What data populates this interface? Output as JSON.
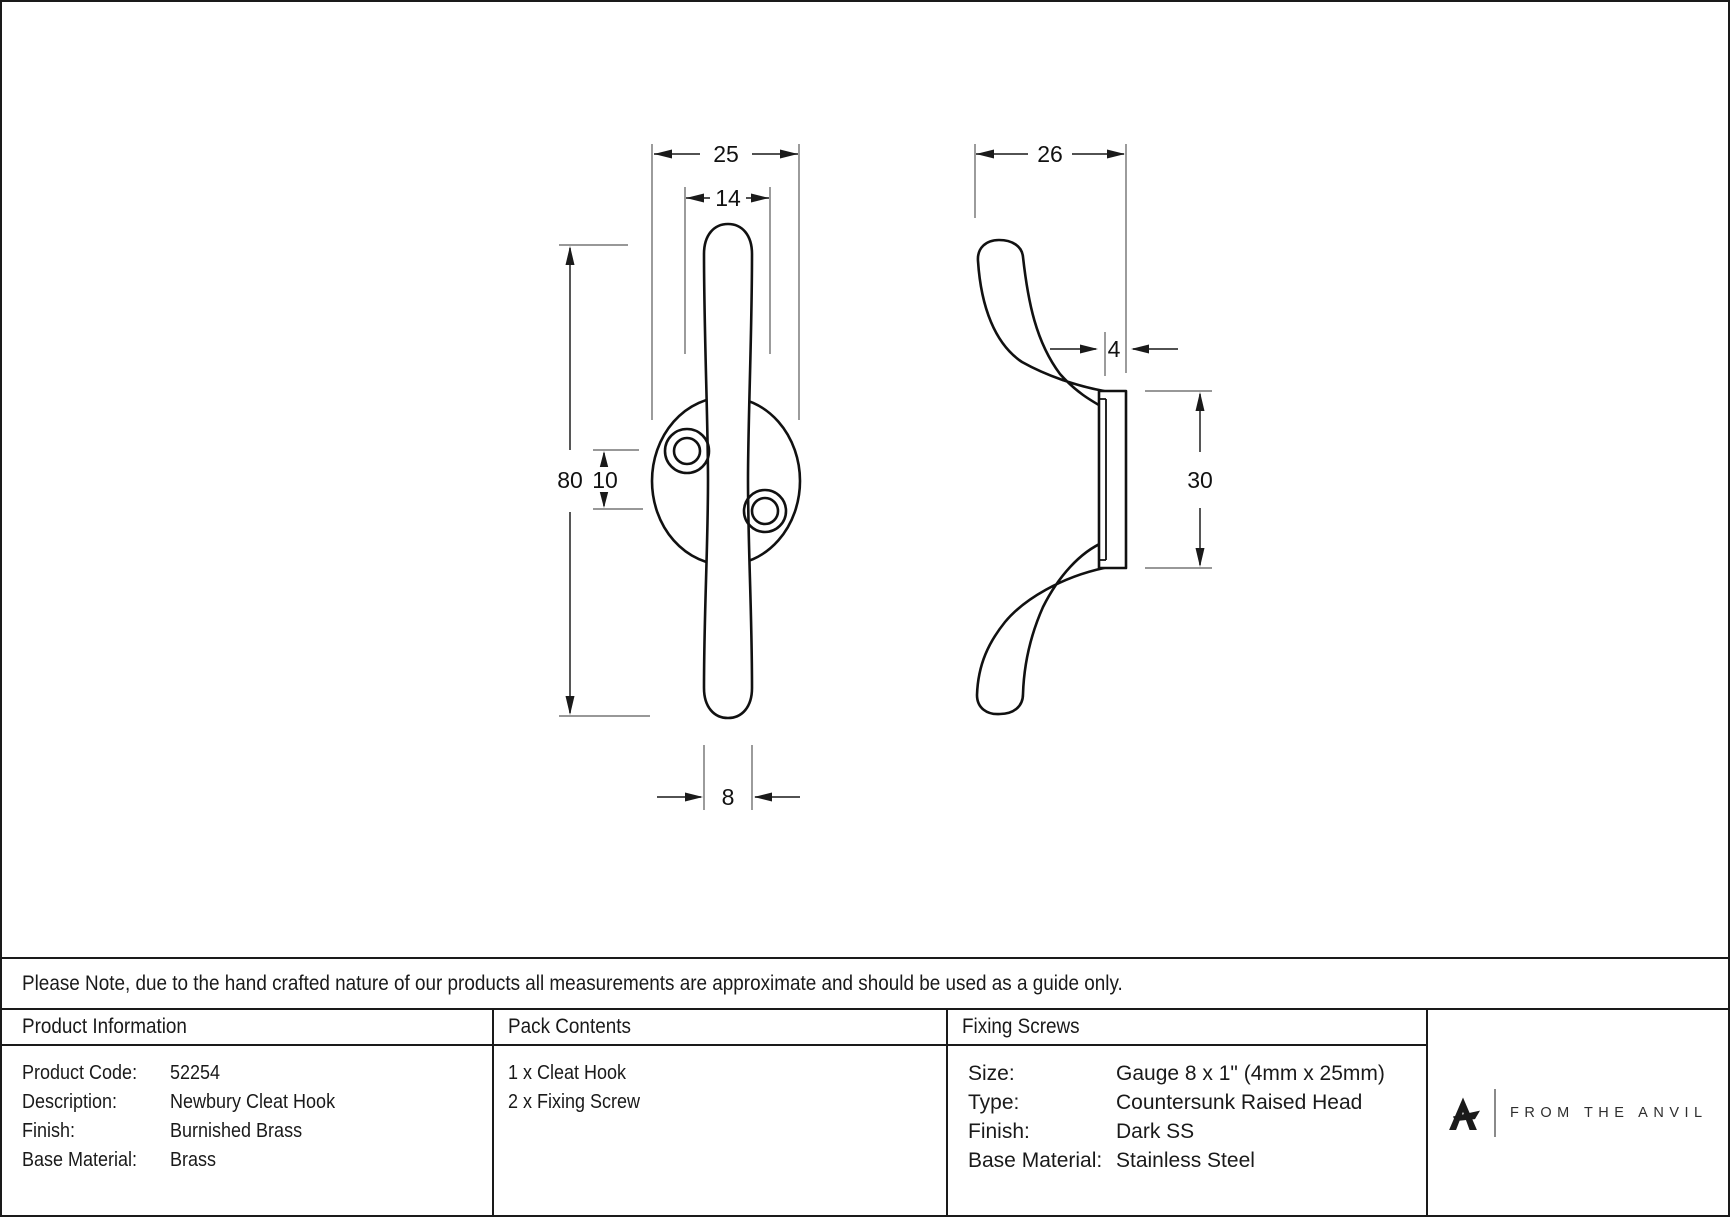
{
  "colors": {
    "ink": "#1a1a1a",
    "dim_gray": "#8a8a8a"
  },
  "drawing": {
    "front_view": {
      "dim_plate_width": "25",
      "dim_top_width": "14",
      "dim_height": "80",
      "dim_hole_spacing": "10",
      "dim_tip_width": "8"
    },
    "side_view": {
      "dim_depth": "26",
      "dim_plate_thickness": "4",
      "dim_plate_height": "30"
    }
  },
  "note": {
    "text": "Please Note, due to the hand crafted nature of our products all measurements are approximate and should be used as a guide only."
  },
  "table": {
    "product_information": {
      "header": "Product Information",
      "rows": [
        {
          "label": "Product Code:",
          "value": "52254"
        },
        {
          "label": "Description:",
          "value": "Newbury Cleat Hook"
        },
        {
          "label": "Finish:",
          "value": "Burnished Brass"
        },
        {
          "label": "Base Material:",
          "value": "Brass"
        }
      ]
    },
    "pack_contents": {
      "header": "Pack Contents",
      "items": [
        "1 x Cleat Hook",
        "2 x Fixing Screw"
      ]
    },
    "fixing_screws": {
      "header": "Fixing Screws",
      "rows": [
        {
          "label": "Size:",
          "value": "Gauge 8 x 1\"  (4mm x 25mm)"
        },
        {
          "label": "Type:",
          "value": "Countersunk Raised Head"
        },
        {
          "label": "Finish:",
          "value": "Dark SS"
        },
        {
          "label": "Base Material:",
          "value": "Stainless Steel"
        }
      ]
    },
    "brand": {
      "logo_text": "FROM THE ANVIL"
    }
  }
}
